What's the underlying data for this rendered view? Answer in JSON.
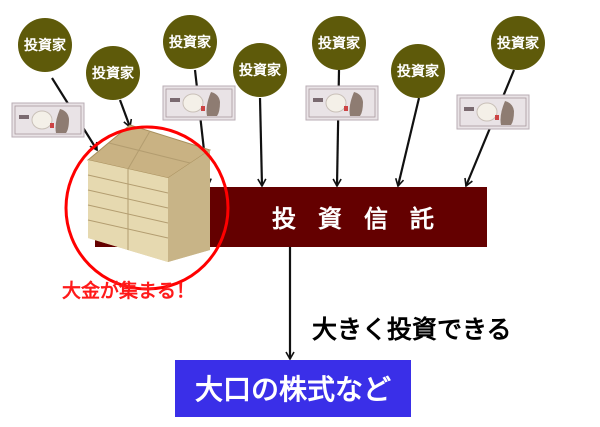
{
  "investor_label": "投資家",
  "fund_label": "投資信託",
  "collect_label": "大金が集まる！",
  "invest_big_label": "大きく投資できる",
  "target_label": "大口の株式など",
  "colors": {
    "investor_circle": "#5e5a0a",
    "fund_bar": "#640000",
    "highlight_circle": "#ff0000",
    "target_box": "#3a2fe8"
  }
}
